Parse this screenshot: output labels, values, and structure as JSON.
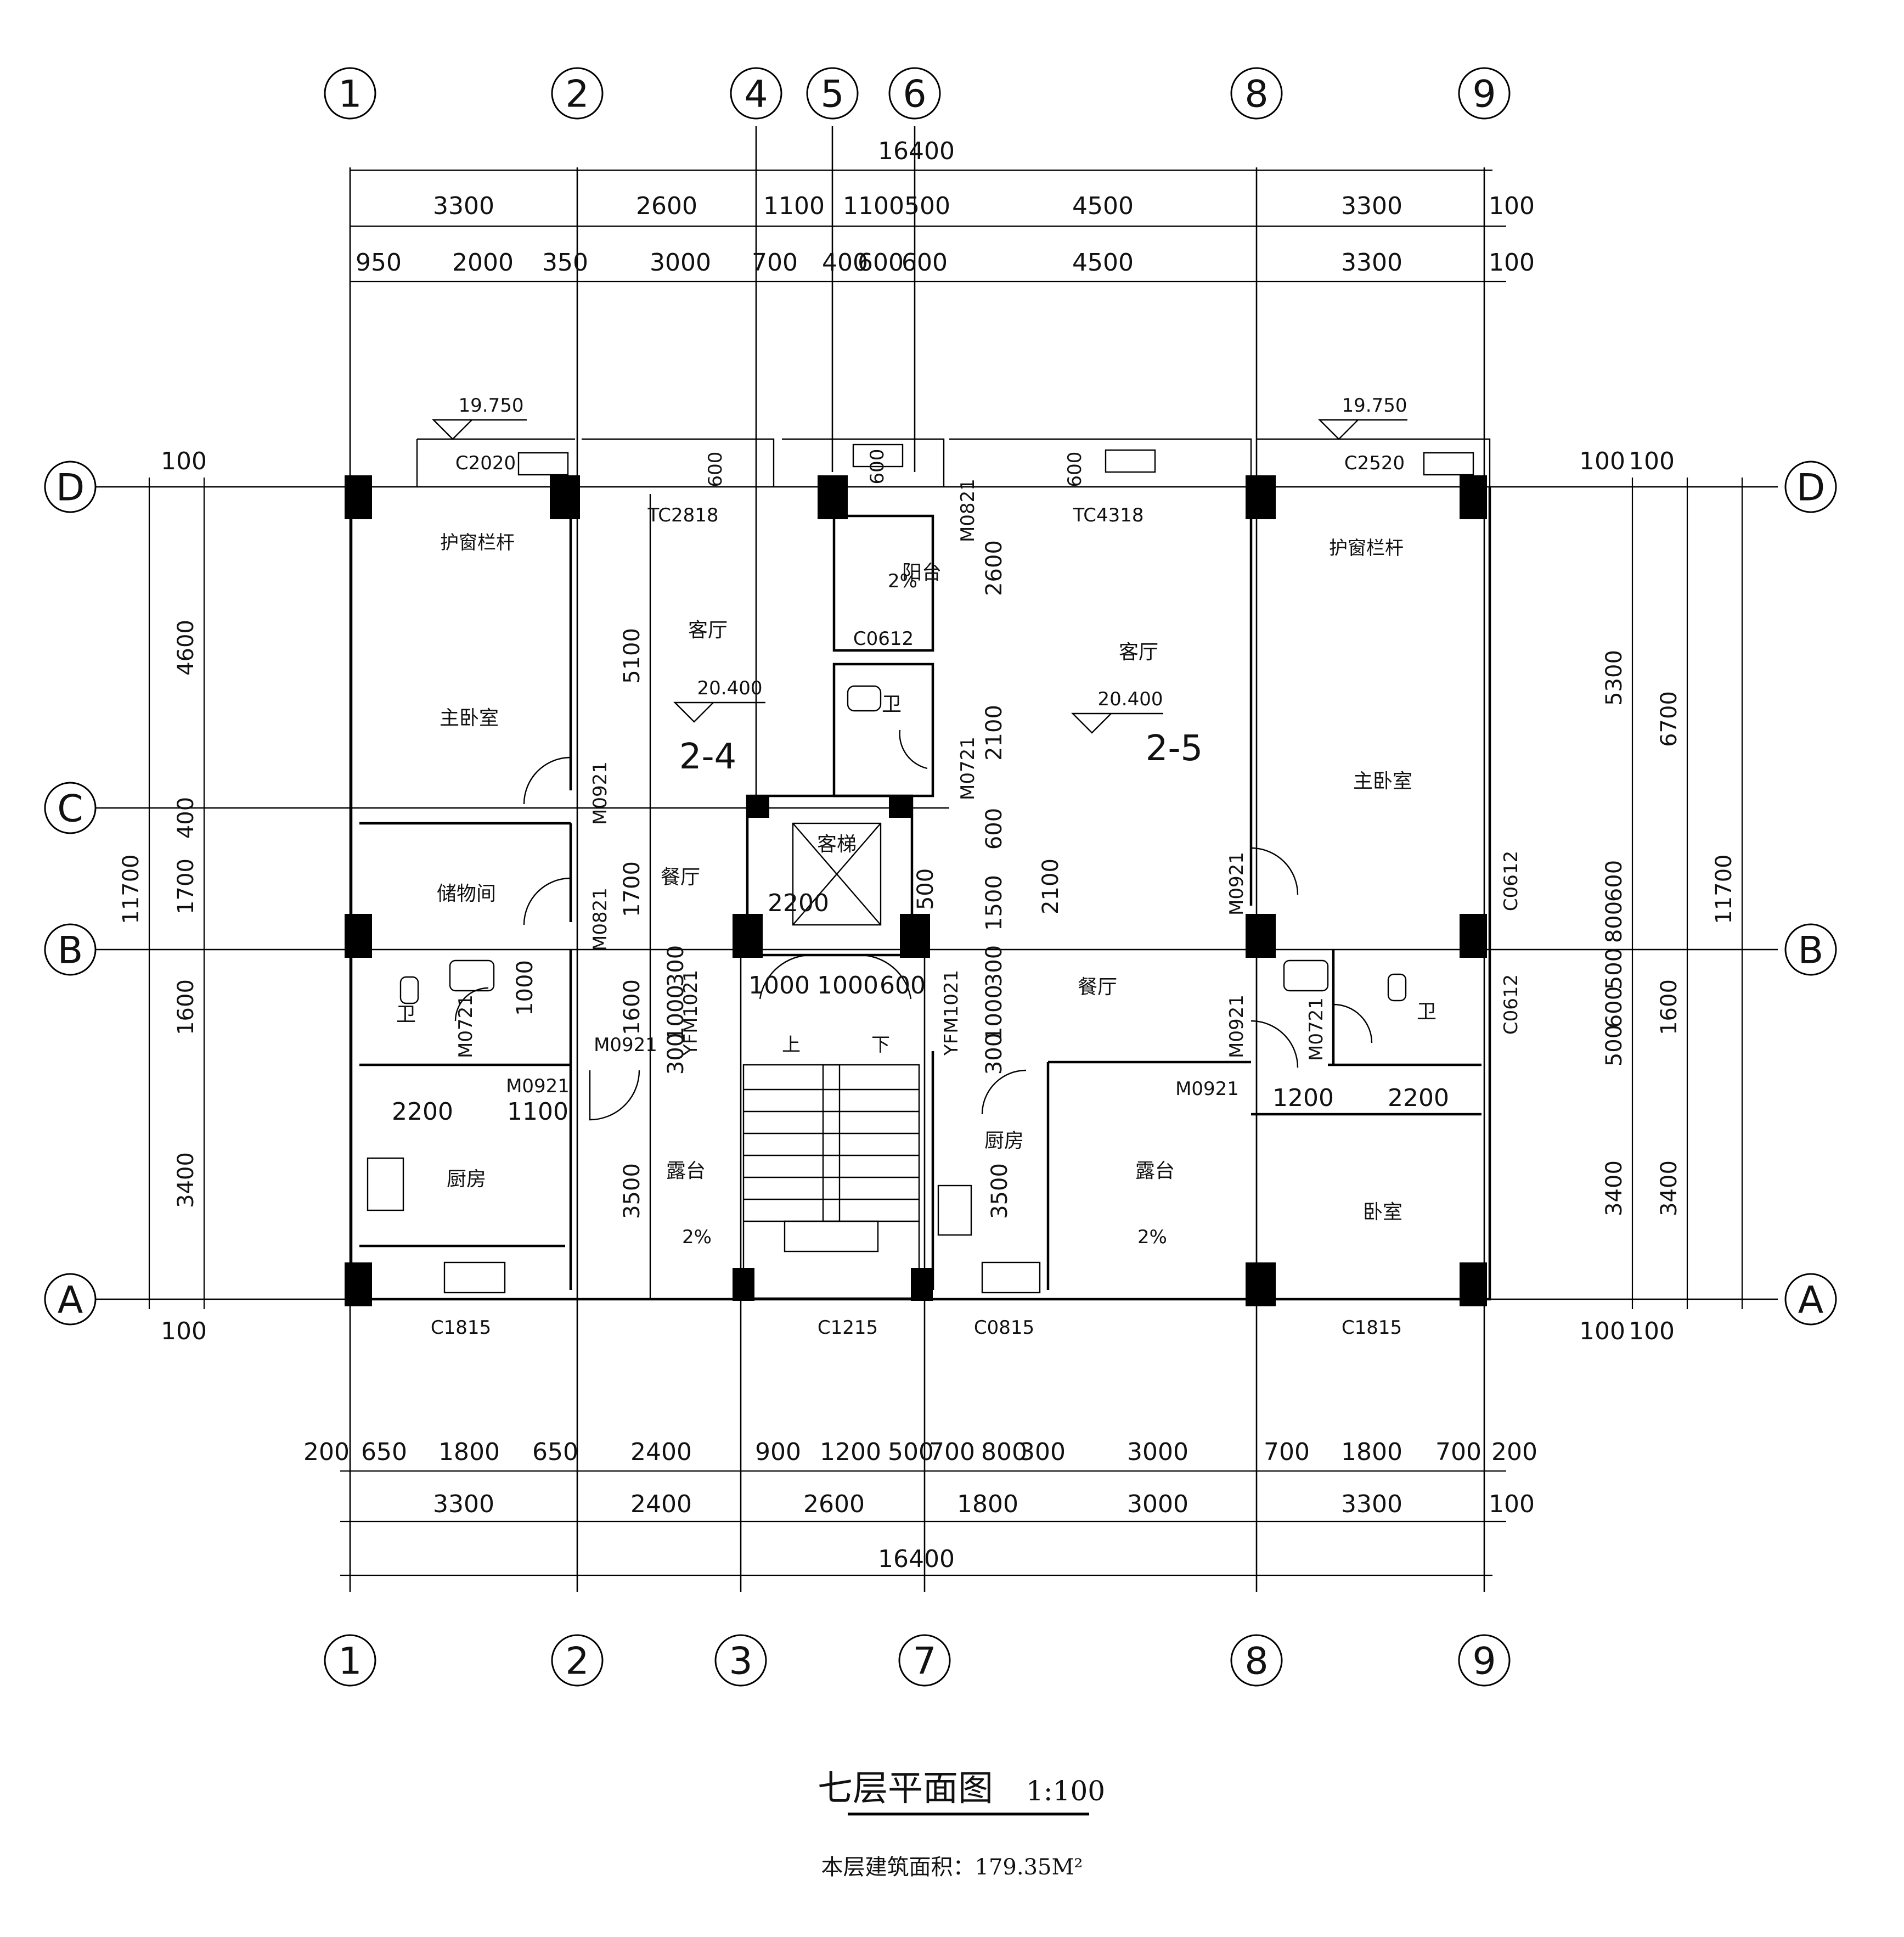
{
  "drawing": {
    "title": "七层平面图",
    "scale": "1:100",
    "area": "本层建筑面积：179.35M²"
  },
  "axes": {
    "top": [
      "1",
      "2",
      "4",
      "5",
      "6",
      "8",
      "9"
    ],
    "bottom": [
      "1",
      "2",
      "3",
      "7",
      "8",
      "9"
    ],
    "left": [
      "D",
      "C",
      "B",
      "A"
    ],
    "right": [
      "D",
      "B",
      "A"
    ]
  },
  "dims": {
    "top_total": "16400",
    "top_row1": [
      "3300",
      "2600",
      "1100",
      "1100",
      "500",
      "4500",
      "3300",
      "100"
    ],
    "top_row2": [
      "950",
      "2000",
      "350",
      "3000",
      "700",
      "400",
      "600",
      "600",
      "4500",
      "3300",
      "100"
    ],
    "bottom_row1": [
      "200",
      "650",
      "1800",
      "650",
      "2400",
      "900",
      "1200",
      "500",
      "700",
      "800",
      "300",
      "3000",
      "700",
      "1800",
      "700",
      "200"
    ],
    "bottom_row2": [
      "3300",
      "2400",
      "2600",
      "1800",
      "3000",
      "3300",
      "100"
    ],
    "bottom_total": "16400",
    "left_outer": "11700",
    "left_segments": [
      "4600",
      "400",
      "1700",
      "1600",
      "3400"
    ],
    "left_top": "100",
    "left_bottom": "100",
    "right_inner": [
      "5300",
      "600",
      "800",
      "500",
      "600",
      "500",
      "3400"
    ],
    "right_mid": [
      "6700",
      "1600",
      "3400"
    ],
    "right_outer": "11700",
    "right_top": [
      "100",
      "100"
    ],
    "right_bottom": [
      "100",
      "100"
    ],
    "interior": [
      "5100",
      "1700",
      "1600",
      "1000",
      "2600",
      "2100",
      "600",
      "1500",
      "500",
      "300",
      "1000",
      "300",
      "1000",
      "300",
      "300",
      "1000",
      "300",
      "1000",
      "1000",
      "600",
      "2200",
      "1100",
      "3500",
      "3500",
      "1200",
      "2200",
      "2100"
    ]
  },
  "levels": [
    "19.750",
    "19.750",
    "20.400",
    "20.400"
  ],
  "units": [
    "2-4",
    "2-5"
  ],
  "rooms": {
    "master_bedroom": "主卧室",
    "living_room": "客厅",
    "storage": "储物间",
    "dining": "餐厅",
    "bathroom": "卫",
    "kitchen": "厨房",
    "terrace": "露台",
    "balcony": "阳台",
    "elevator": "客梯",
    "bedroom": "卧室"
  },
  "labels": {
    "window_guard": "护窗栏杆",
    "slope": "2%",
    "stair_up": "上",
    "stair_down": "下",
    "elevator_size": "2200"
  },
  "windows": [
    "C2020",
    "C2520",
    "TC2818",
    "TC4318",
    "C0612",
    "C0612",
    "C0612",
    "C1815",
    "C1215",
    "C0815",
    "C1815"
  ],
  "doors": [
    "M0921",
    "M0821",
    "M0821",
    "M0721",
    "M0921",
    "M0721",
    "M0921",
    "M0921",
    "M0921",
    "M0921",
    "M0721",
    "YFM1021",
    "YFM1021"
  ],
  "marks": {
    "fixed_window_gap": "600"
  }
}
